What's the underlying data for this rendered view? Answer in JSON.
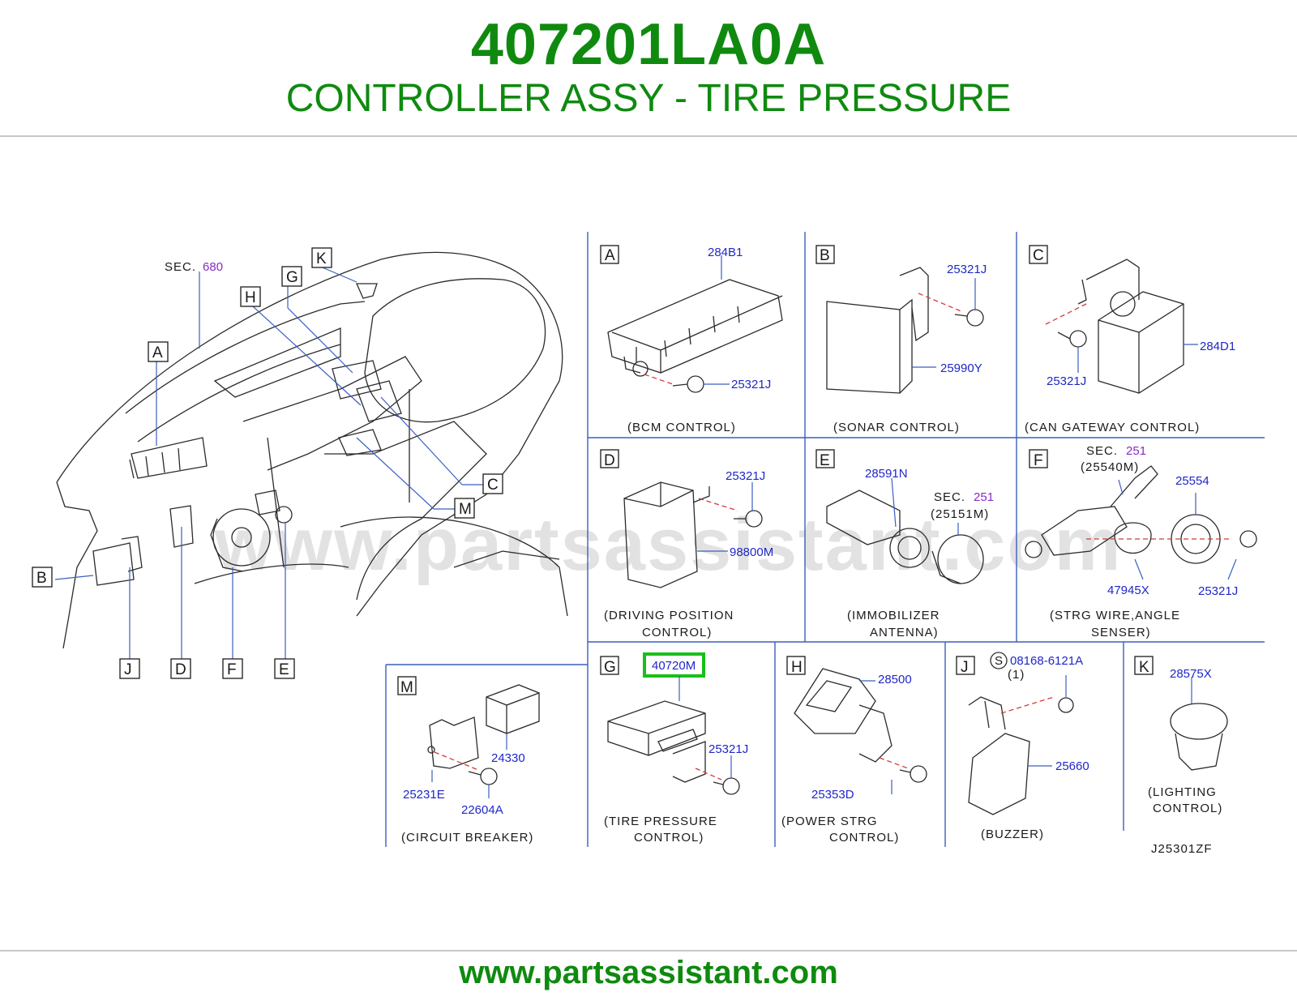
{
  "header": {
    "part_number": "407201LA0A",
    "part_name": "CONTROLLER ASSY - TIRE PRESSURE"
  },
  "footer": {
    "url": "www.partsassistant.com"
  },
  "watermark": "www.partsassistant.com",
  "overview": {
    "sec_prefix": "SEC.",
    "sec_number": "680",
    "callouts": [
      "K",
      "G",
      "H",
      "A",
      "C",
      "M",
      "B",
      "J",
      "D",
      "F",
      "E"
    ]
  },
  "panels": {
    "A": {
      "letter": "A",
      "parts": [
        "284B1",
        "25321J"
      ],
      "caption": [
        "(BCM   CONTROL)"
      ]
    },
    "B": {
      "letter": "B",
      "parts": [
        "25321J",
        "25990Y"
      ],
      "caption": [
        "(SONAR   CONTROL)"
      ]
    },
    "C": {
      "letter": "C",
      "parts": [
        "284D1",
        "25321J"
      ],
      "caption": [
        "(CAN   GATEWAY   CONTROL)"
      ]
    },
    "D": {
      "letter": "D",
      "parts": [
        "25321J",
        "98800M"
      ],
      "caption": [
        "(DRIVING   POSITION",
        "CONTROL)"
      ]
    },
    "E": {
      "letter": "E",
      "parts": [
        "28591N"
      ],
      "sec_prefix": "SEC.",
      "sec_number": "251",
      "sec_part": "(25151M)",
      "caption": [
        "(IMMOBILIZER",
        "ANTENNA)"
      ]
    },
    "F": {
      "letter": "F",
      "sec_prefix": "SEC.",
      "sec_number": "251",
      "sec_part": "(25540M)",
      "parts": [
        "25554",
        "47945X",
        "25321J"
      ],
      "caption": [
        "(STRG   WIRE,ANGLE",
        "SENSER)"
      ]
    },
    "M": {
      "letter": "M",
      "parts": [
        "24330",
        "25231E",
        "22604A"
      ],
      "caption": [
        "(CIRCUIT   BREAKER)"
      ]
    },
    "G": {
      "letter": "G",
      "highlighted_part": "40720M",
      "parts": [
        "25321J"
      ],
      "caption": [
        "(TIRE   PRESSURE",
        "CONTROL)"
      ]
    },
    "H": {
      "letter": "H",
      "parts": [
        "28500",
        "25353D"
      ],
      "caption": [
        "(POWER   STRG",
        "CONTROL)"
      ]
    },
    "J": {
      "letter": "J",
      "s_mark": "S",
      "parts": [
        "08168-6121A",
        "(1)",
        "25660"
      ],
      "caption": [
        "(BUZZER)"
      ]
    },
    "K": {
      "letter": "K",
      "parts": [
        "28575X"
      ],
      "caption": [
        "(LIGHTING",
        "CONTROL)"
      ]
    }
  },
  "diagram_code": "J25301ZF",
  "colors": {
    "brand_green": "#0f8a0f",
    "part_blue": "#1f27c8",
    "sec_purple": "#8a2bc2",
    "highlight": "#18c018"
  }
}
